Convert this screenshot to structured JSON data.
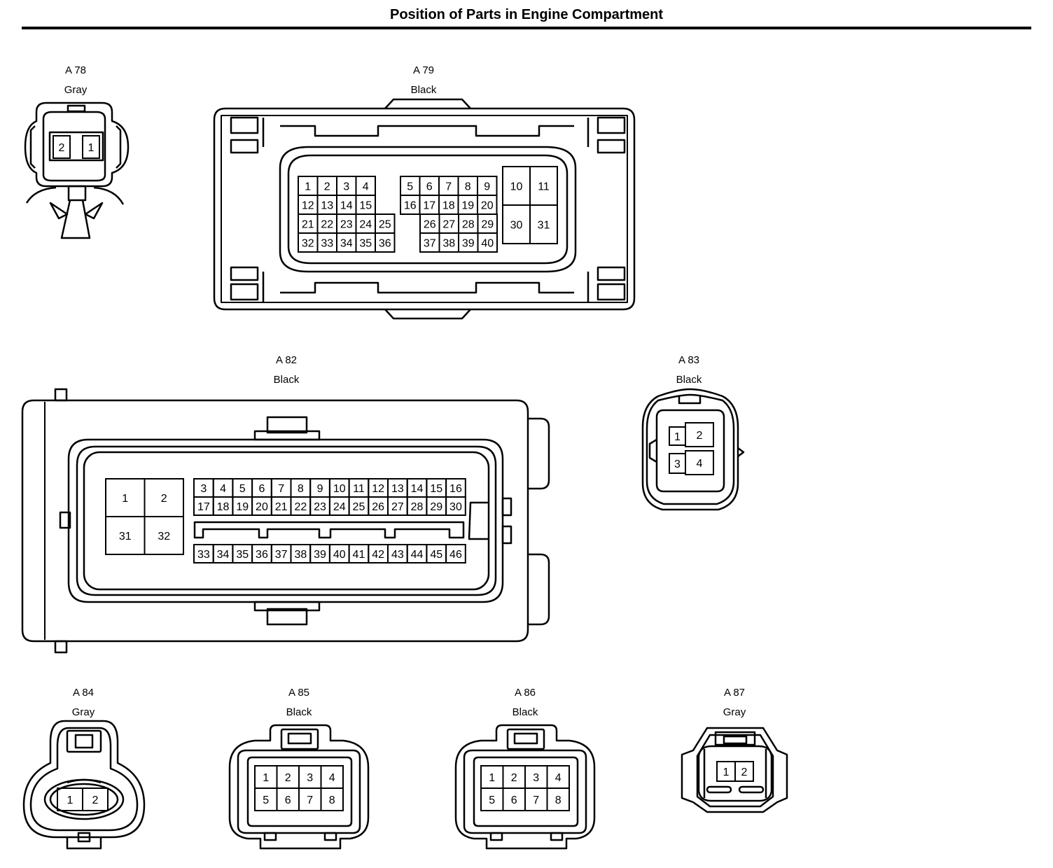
{
  "title": "Position of Parts in Engine Compartment",
  "connectors": {
    "a78": {
      "code": "A 78",
      "color": "Gray"
    },
    "a79": {
      "code": "A 79",
      "color": "Black"
    },
    "a82": {
      "code": "A 82",
      "color": "Black"
    },
    "a83": {
      "code": "A 83",
      "color": "Black"
    },
    "a84": {
      "code": "A 84",
      "color": "Gray"
    },
    "a85": {
      "code": "A 85",
      "color": "Black"
    },
    "a86": {
      "code": "A 86",
      "color": "Black"
    },
    "a87": {
      "code": "A 87",
      "color": "Gray"
    }
  },
  "pins": {
    "a78": [
      "2",
      "1"
    ],
    "a79": [
      "1",
      "2",
      "3",
      "4",
      "5",
      "6",
      "7",
      "8",
      "9",
      "10",
      "11",
      "12",
      "13",
      "14",
      "15",
      "16",
      "17",
      "18",
      "19",
      "20",
      "21",
      "22",
      "23",
      "24",
      "25",
      "26",
      "27",
      "28",
      "29",
      "30",
      "31",
      "32",
      "33",
      "34",
      "35",
      "36",
      "37",
      "38",
      "39",
      "40"
    ],
    "a82": [
      "1",
      "2",
      "3",
      "4",
      "5",
      "6",
      "7",
      "8",
      "9",
      "10",
      "11",
      "12",
      "13",
      "14",
      "15",
      "16",
      "17",
      "18",
      "19",
      "20",
      "21",
      "22",
      "23",
      "24",
      "25",
      "26",
      "27",
      "28",
      "29",
      "30",
      "31",
      "32",
      "33",
      "34",
      "35",
      "36",
      "37",
      "38",
      "39",
      "40",
      "41",
      "42",
      "43",
      "44",
      "45",
      "46"
    ],
    "a83": [
      "1",
      "2",
      "3",
      "4"
    ],
    "a84": [
      "1",
      "2"
    ],
    "a85": [
      "1",
      "2",
      "3",
      "4",
      "5",
      "6",
      "7",
      "8"
    ],
    "a86": [
      "1",
      "2",
      "3",
      "4",
      "5",
      "6",
      "7",
      "8"
    ],
    "a87": [
      "1",
      "2"
    ]
  }
}
